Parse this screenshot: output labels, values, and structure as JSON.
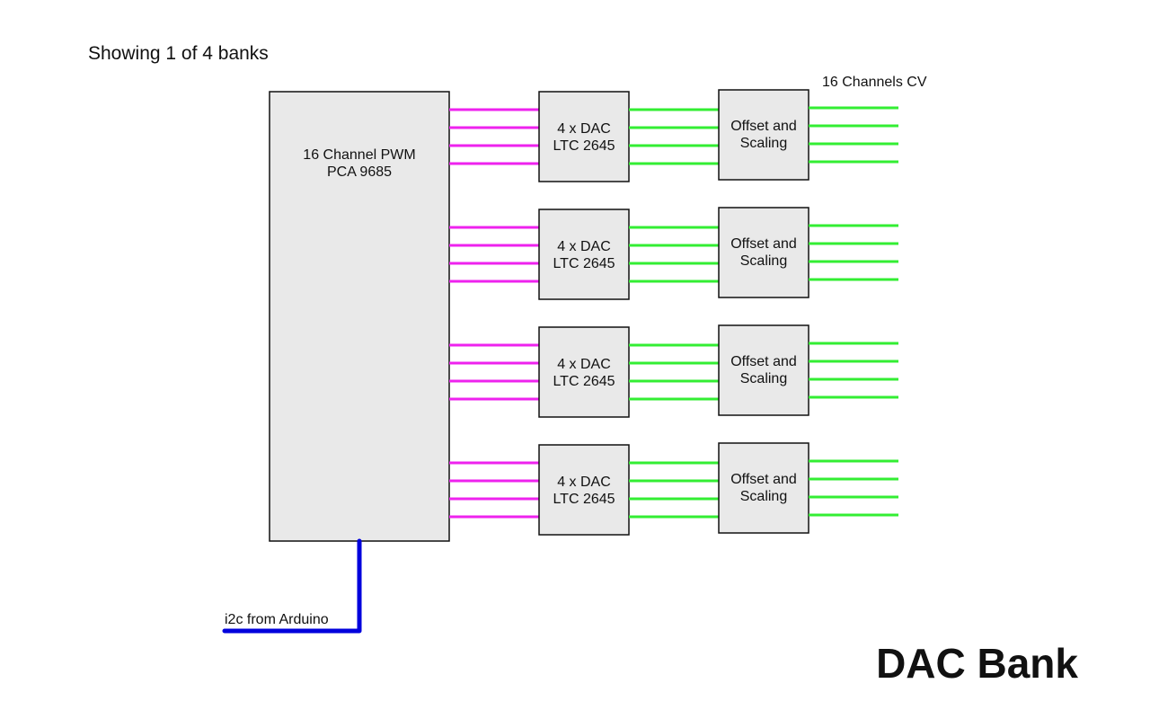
{
  "header": {
    "subtitle": "Showing 1 of 4 banks"
  },
  "title": "DAC Bank",
  "outputs_label": "16 Channels CV",
  "input_label": "i2c from Arduino",
  "pwm": {
    "line1": "16 Channel PWM",
    "line2": "PCA 9685"
  },
  "dac": {
    "line1": "4 x DAC",
    "line2": "LTC 2645"
  },
  "offset": {
    "line1": "Offset and",
    "line2": "Scaling"
  },
  "groups": 4,
  "wires_per_group": 4,
  "colors": {
    "pwm_wires": "#ee22ee",
    "cv_wires": "#33ee33",
    "i2c_wire": "#0000dd",
    "box_fill": "#e9e9e9",
    "box_stroke": "#111111"
  }
}
